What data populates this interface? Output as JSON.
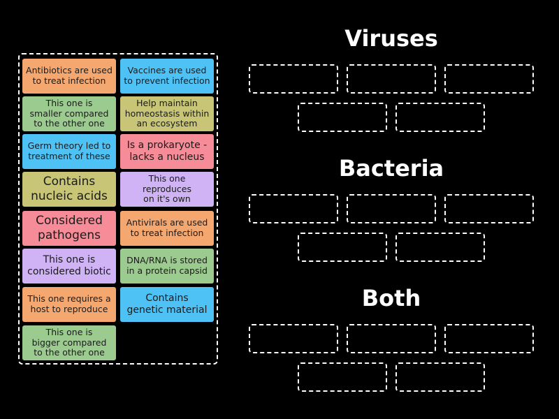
{
  "cards": [
    {
      "text": "Antibiotics are used\nto treat infection"
    },
    {
      "text": "Vaccines are used\nto prevent infection"
    },
    {
      "text": "This one is\nsmaller compared\nto the other one"
    },
    {
      "text": "Help maintain\nhomeostasis within\nan ecosystem"
    },
    {
      "text": "Germ theory led to\ntreatment of these"
    },
    {
      "text": "Is a prokaryote -\nlacks a nucleus"
    },
    {
      "text": "Contains\nnucleic acids"
    },
    {
      "text": "This one\nreproduces\non it's own"
    },
    {
      "text": "Considered\npathogens"
    },
    {
      "text": "Antivirals are used\nto treat infection"
    },
    {
      "text": "This one is\nconsidered biotic"
    },
    {
      "text": "DNA/RNA is stored\nin a protein capsid"
    },
    {
      "text": "This one requires a\nhost to reproduce"
    },
    {
      "text": "Contains\ngenetic material"
    },
    {
      "text": "This one is\nbigger compared\nto the other one"
    }
  ],
  "groups": [
    {
      "title": "Viruses"
    },
    {
      "title": "Bacteria"
    },
    {
      "title": "Both"
    }
  ],
  "colors": {
    "orange": "#f4a870",
    "blue": "#4fc2f5",
    "green": "#9ccb90",
    "olive": "#c8c676",
    "pink": "#f58c98",
    "purple": "#cfb3f5"
  }
}
